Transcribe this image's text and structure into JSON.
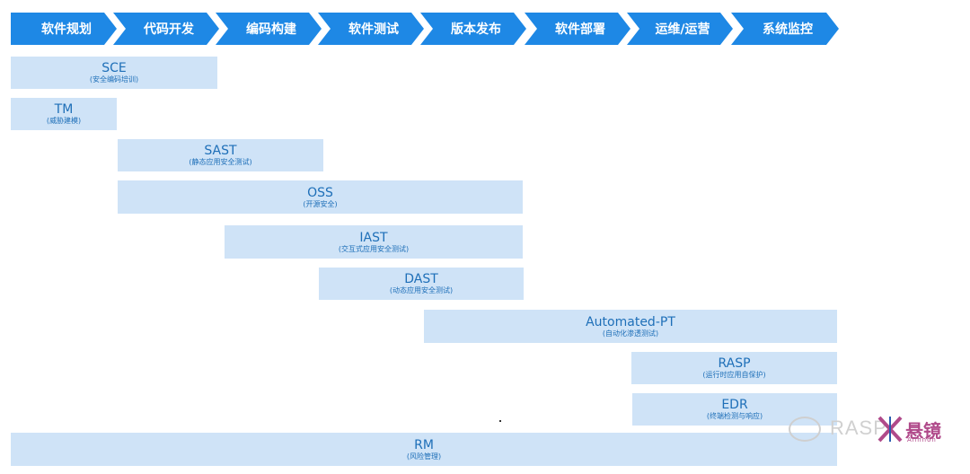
{
  "stages": [
    "软件规划",
    "代码开发",
    "编码构建",
    "软件测试",
    "版本发布",
    "软件部署",
    "运维/运营",
    "系统监控"
  ],
  "bars": [
    {
      "name": "SCE",
      "sub": "(安全编码培训)"
    },
    {
      "name": "TM",
      "sub": "(威胁建模)"
    },
    {
      "name": "SAST",
      "sub": "(静态应用安全测试)"
    },
    {
      "name": "OSS",
      "sub": "(开源安全)"
    },
    {
      "name": "IAST",
      "sub": "(交互式应用安全测试)"
    },
    {
      "name": "DAST",
      "sub": "(动态应用安全测试)"
    },
    {
      "name": "Automated-PT",
      "sub": "(自动化渗透测试)"
    },
    {
      "name": "RASP",
      "sub": "(运行时应用自保护)"
    },
    {
      "name": "EDR",
      "sub": "(终端检测与响应)"
    },
    {
      "name": "RM",
      "sub": "(风险管理)"
    }
  ],
  "watermark": {
    "text": "RASP",
    "cn": "悬镜",
    "en": "Anhhon"
  },
  "colors": {
    "stage": "#1e88e5",
    "bar": "#cfe3f7",
    "barText": "#1e6fb8"
  }
}
